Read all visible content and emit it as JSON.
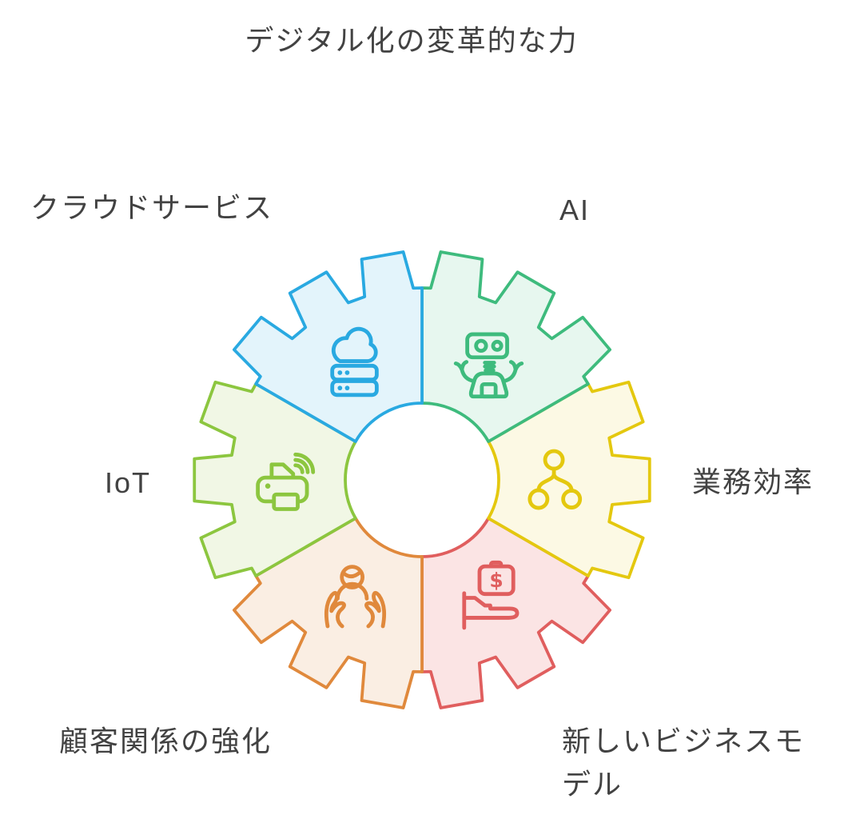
{
  "title": "デジタル化の変革的な力",
  "text_color": "#424242",
  "diagram": {
    "type": "gear-segments",
    "segments": [
      {
        "label": "AI",
        "icon": "robot-icon",
        "color": "#3EBB7D",
        "fill": "#E7F7EF"
      },
      {
        "label": "業務効率",
        "icon": "org-hierarchy-icon",
        "color": "#E4C80F",
        "fill": "#FCF9E4"
      },
      {
        "label": "新しいビジネスモデル",
        "icon": "money-briefcase-icon",
        "color": "#E05E5E",
        "fill": "#FBE4E4"
      },
      {
        "label": "顧客関係の強化",
        "icon": "hands-person-icon",
        "color": "#E0893C",
        "fill": "#FAEEE3"
      },
      {
        "label": "IoT",
        "icon": "printer-wifi-icon",
        "color": "#8CC63F",
        "fill": "#F1F7E5"
      },
      {
        "label": "クラウドサービス",
        "icon": "cloud-server-icon",
        "color": "#29A9E1",
        "fill": "#E3F4FB"
      }
    ]
  }
}
